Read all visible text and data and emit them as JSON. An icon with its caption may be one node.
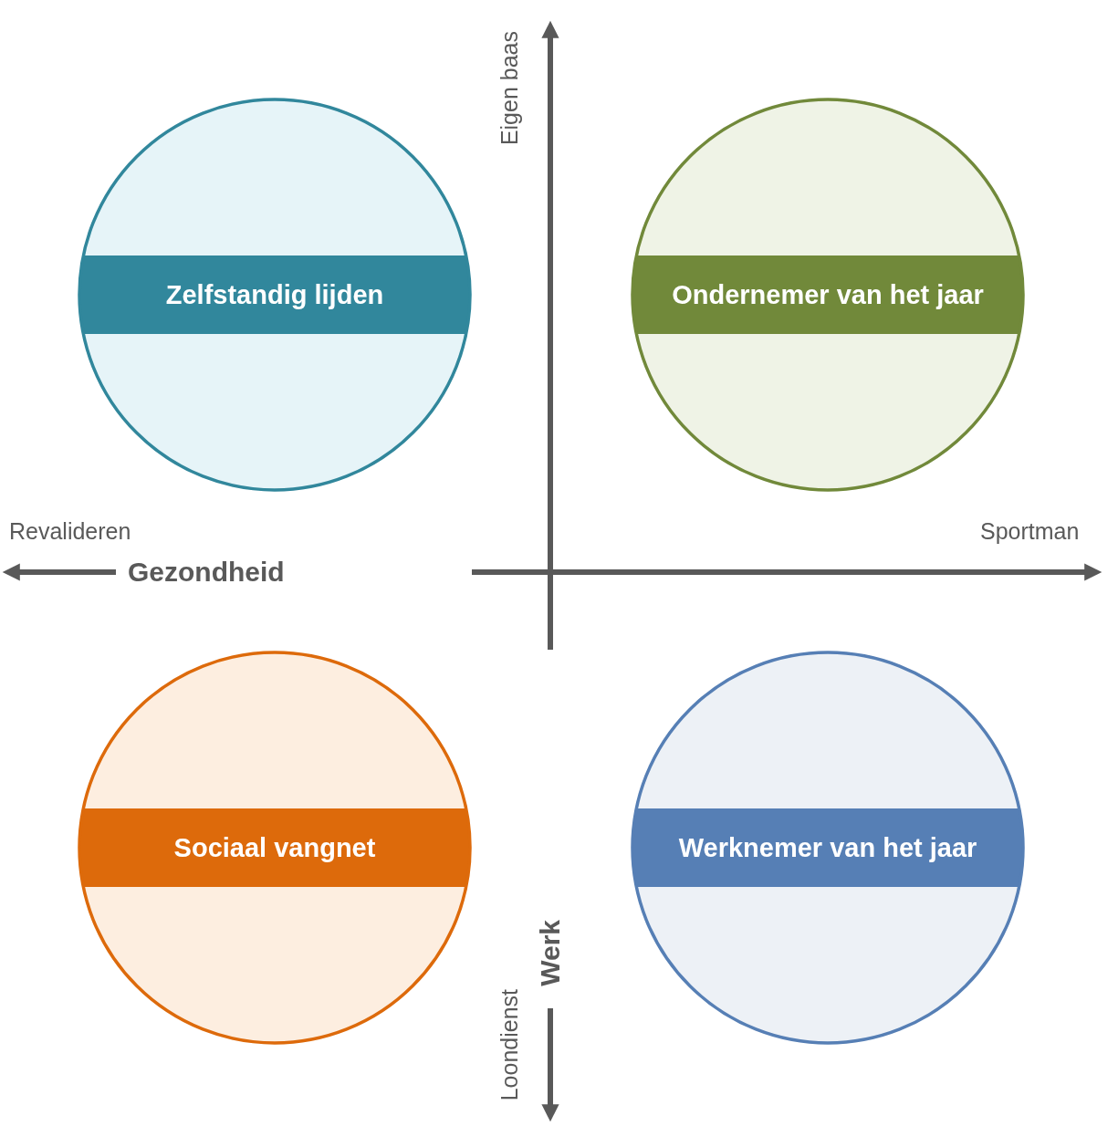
{
  "diagram": {
    "nodes": [
      {
        "text": [
          "Zelfstandig lijden"
        ]
      },
      {
        "text": [
          "Ondernemer van het jaar"
        ]
      },
      {
        "text": [
          "Sociaal vangnet"
        ]
      },
      {
        "text": [
          "Werknemer van het jaar"
        ]
      }
    ],
    "labels": [
      "Eigen baas",
      "Revalideren",
      "Sportman",
      "Gezondheid",
      "Werk",
      "Loondienst"
    ]
  }
}
